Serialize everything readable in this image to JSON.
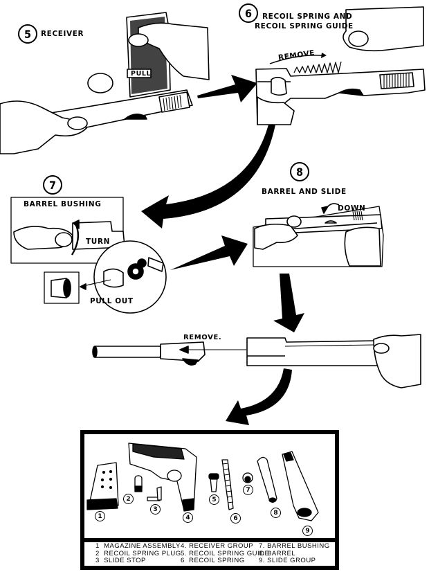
{
  "title": "Field stripping procedure - receiver, recoil spring, barrel bushing, barrel and slide",
  "steps": [
    {
      "number": "5",
      "title": "RECEIVER",
      "callouts": [
        "PULL"
      ]
    },
    {
      "number": "6",
      "title_line1": "RECOIL SPRING AND",
      "title_line2": "RECOIL SPRING GUIDE",
      "callouts": [
        "REMOVE"
      ]
    },
    {
      "number": "7",
      "title": "BARREL BUSHING",
      "callouts": [
        "TURN",
        "PULL OUT"
      ]
    },
    {
      "number": "8",
      "title": "BARREL AND SLIDE",
      "callouts": [
        "DOWN"
      ]
    }
  ],
  "barrel_removal": {
    "callout": "REMOVE."
  },
  "parts_panel": {
    "part_numbers": [
      "1",
      "2",
      "3",
      "4",
      "5",
      "6",
      "7",
      "8",
      "9"
    ],
    "legend": [
      {
        "number": "1",
        "label": "MAGAZINE ASSEMBLY"
      },
      {
        "number": "2",
        "label": "RECOIL SPRING PLUG"
      },
      {
        "number": "3",
        "label": "SLIDE STOP"
      },
      {
        "number": "4.",
        "label": "RECEIVER GROUP"
      },
      {
        "number": "5.",
        "label": "RECOIL SPRING GUIDE"
      },
      {
        "number": "6",
        "label": "RECOIL SPRING"
      },
      {
        "number": "7.",
        "label": "BARREL BUSHING"
      },
      {
        "number": "8.",
        "label": "BARREL"
      },
      {
        "number": "9.",
        "label": "SLIDE GROUP"
      }
    ]
  }
}
